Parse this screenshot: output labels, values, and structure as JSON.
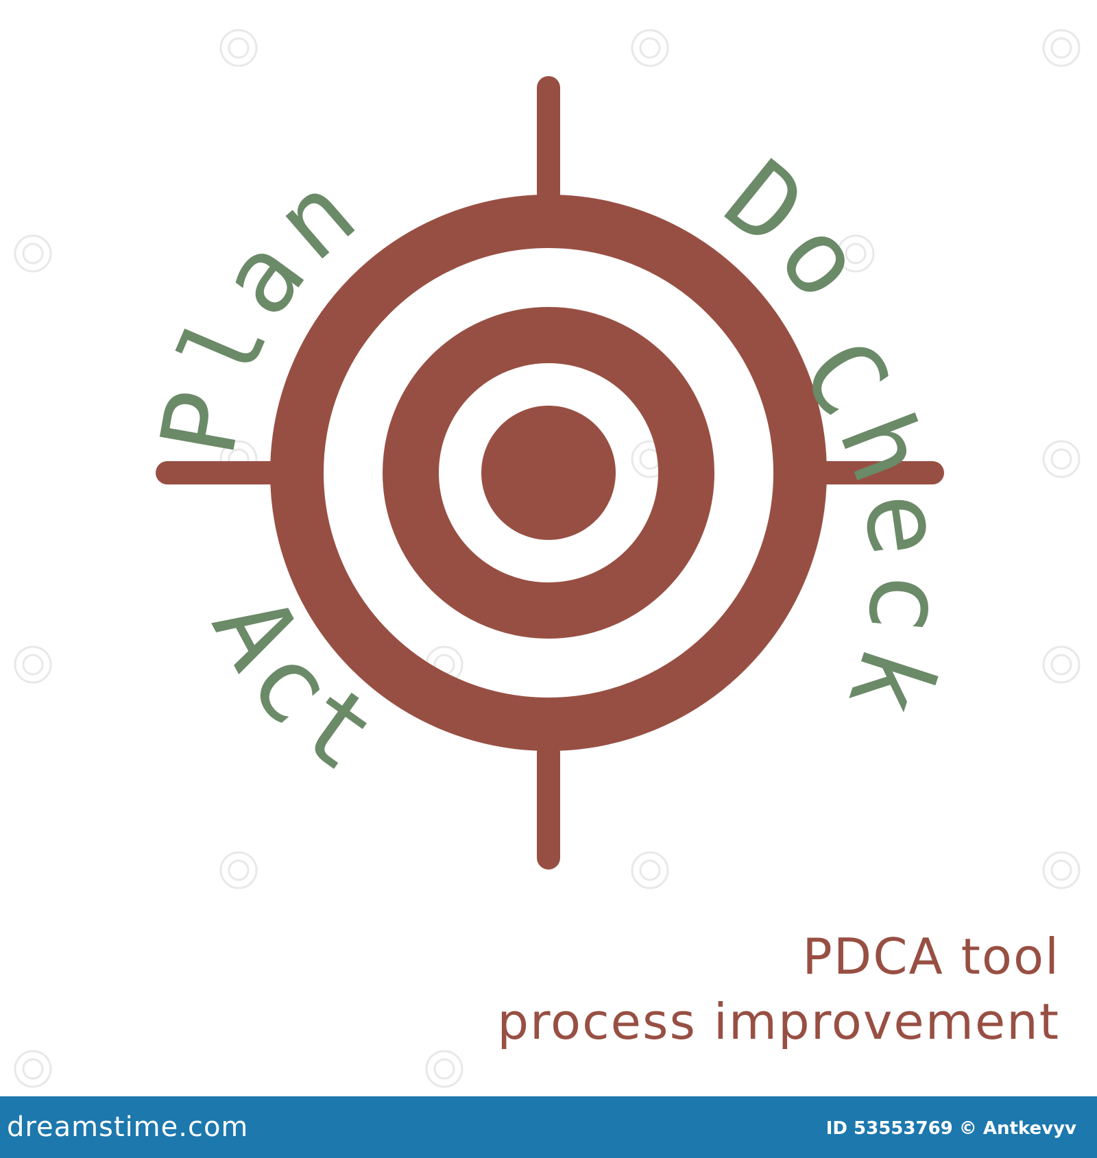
{
  "target": {
    "colors": {
      "target": "#984f43",
      "labels": "#6b8a68",
      "background": "#ffffff",
      "footer": "#1d78ad"
    },
    "labels": {
      "plan": "Plan",
      "do": "Do",
      "check": "Check",
      "act": "Act"
    }
  },
  "caption": {
    "line1": "PDCA tool",
    "line2": "process improvement"
  },
  "footer": {
    "brand": "dreamstime.com",
    "id_text": "ID 53553769 © Antkevyv"
  }
}
